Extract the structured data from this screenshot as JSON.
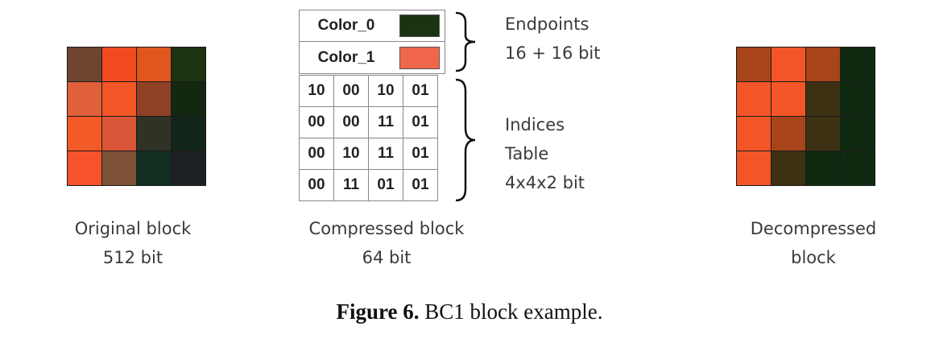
{
  "original": {
    "caption_line1": "Original block",
    "caption_line2": "512 bit",
    "colors": [
      "#6e4530",
      "#f04a1e",
      "#e0571e",
      "#1e3311",
      "#e0603a",
      "#f25526",
      "#8e4124",
      "#132711",
      "#f35a27",
      "#d95538",
      "#2e3326",
      "#122519",
      "#f6532c",
      "#7e5236",
      "#112f21",
      "#1e2123"
    ]
  },
  "compressed": {
    "color_0_label": "Color_0",
    "color_0_value": "#1a3311",
    "color_1_label": "Color_1",
    "color_1_value": "#f0664c",
    "indices": [
      [
        "10",
        "00",
        "10",
        "01"
      ],
      [
        "00",
        "00",
        "11",
        "01"
      ],
      [
        "00",
        "10",
        "11",
        "01"
      ],
      [
        "00",
        "11",
        "01",
        "01"
      ]
    ],
    "caption_line1": "Compressed block",
    "caption_line2": "64 bit"
  },
  "endpoints_note": {
    "line1": "Endpoints",
    "line2": "16 + 16 bit"
  },
  "indices_note": {
    "line1": "Indices",
    "line2": "Table",
    "line3": "4x4x2 bit"
  },
  "decompressed": {
    "caption_line1": "Decompressed",
    "caption_line2": "block",
    "colors": [
      "#a84419",
      "#f25626",
      "#a84419",
      "#0f2a10",
      "#f25626",
      "#f25626",
      "#3d3113",
      "#0f2a10",
      "#f25626",
      "#a84419",
      "#3d3113",
      "#0f2a10",
      "#f25626",
      "#3d3113",
      "#0f2a10",
      "#0f2a10"
    ]
  },
  "figure_caption": {
    "label": "Figure 6.",
    "text": " BC1 block example."
  }
}
